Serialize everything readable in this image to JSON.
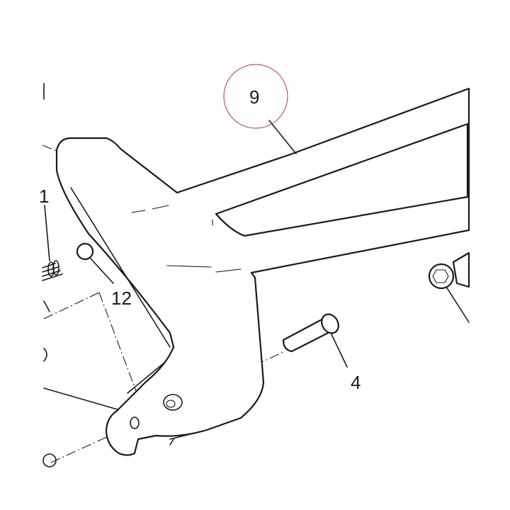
{
  "callouts": {
    "c1": "1",
    "c4": "4",
    "c9": "9",
    "c12": "12"
  },
  "highlight_color": "#b03050",
  "icons": [
    "bolt-icon",
    "pin-icon",
    "spring-icon",
    "ball-icon"
  ]
}
